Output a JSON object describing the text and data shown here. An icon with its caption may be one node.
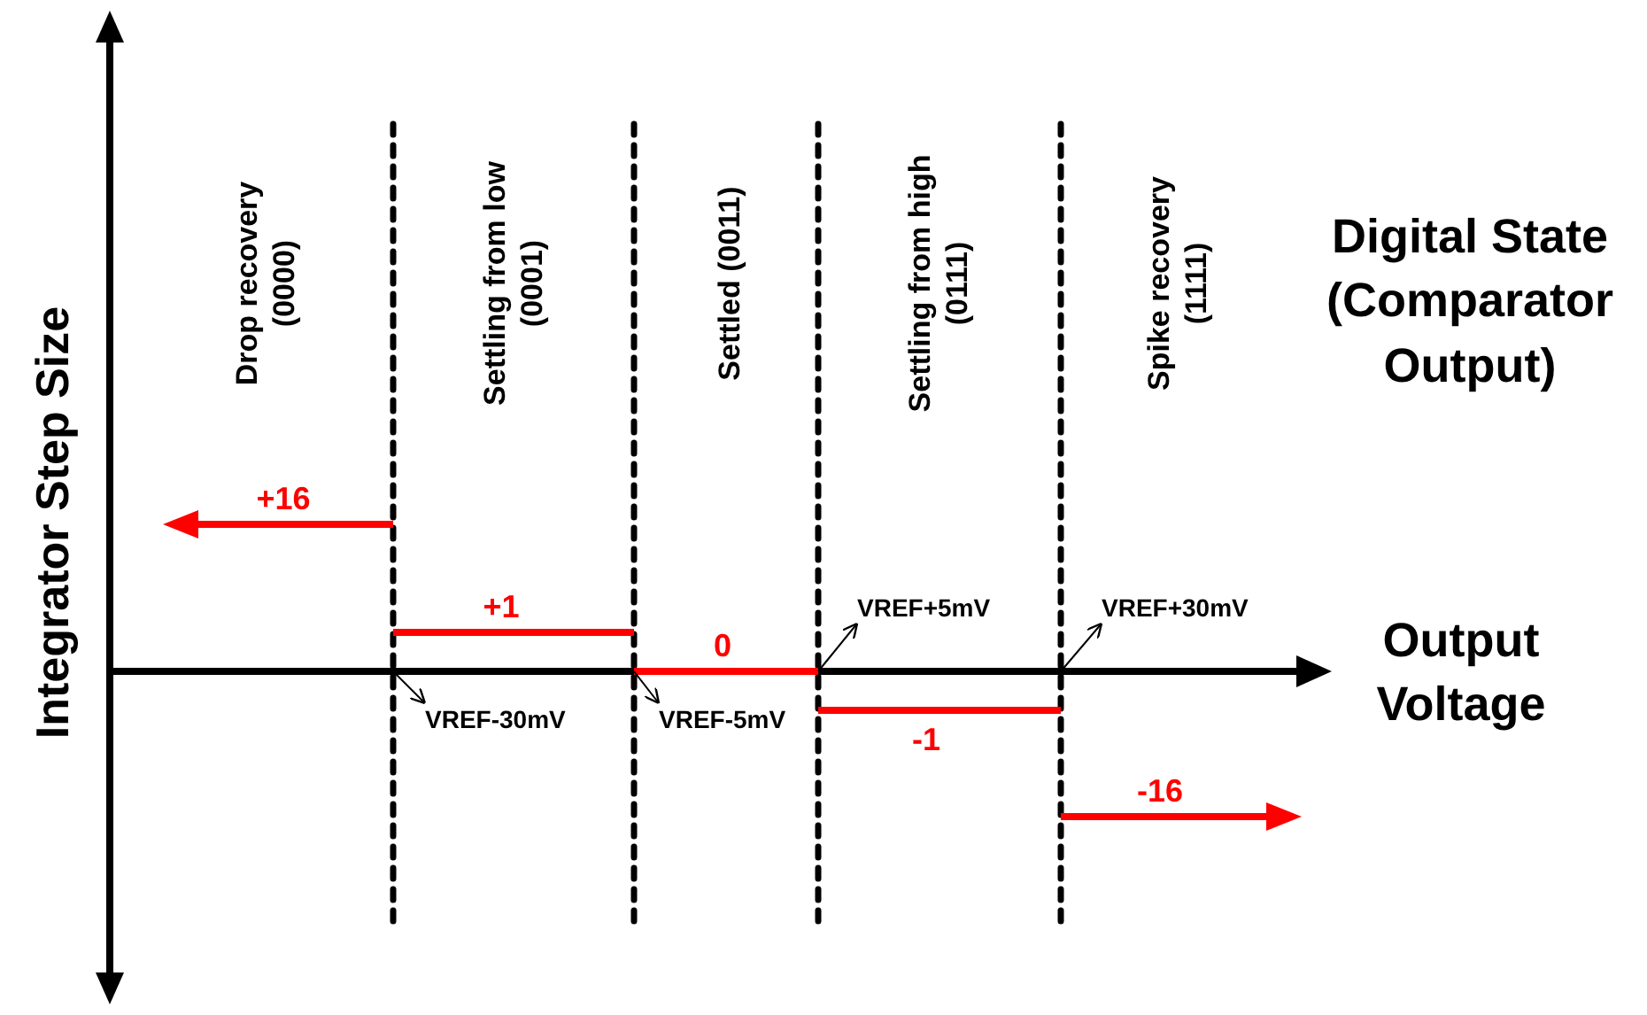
{
  "diagram": {
    "nodes": [
      {
        "text": [
          "VREF+5mV"
        ]
      },
      {
        "text": [
          "VREF+30mV"
        ]
      },
      {
        "text": [
          "VREF-30mV"
        ]
      },
      {
        "text": [
          "VREF-5mV"
        ]
      }
    ],
    "edges": [
      {
        "from": null,
        "to": 0,
        "arrow": "to"
      },
      {
        "from": null,
        "to": 1,
        "arrow": "to"
      },
      {
        "from": null,
        "to": 2,
        "arrow": "to"
      },
      {
        "from": null,
        "to": 3,
        "arrow": "to"
      }
    ],
    "labels": [
      "Drop recovery (0000)",
      "Settling from low (0001)",
      "Settled (0011)",
      "Settling from high (0111)",
      "Spike recovery (1111)",
      "Digital State (Comparator Output)",
      "Integrator Step Size",
      "+16",
      "+1",
      "0",
      "Output Voltage",
      "-1",
      "-16"
    ]
  }
}
